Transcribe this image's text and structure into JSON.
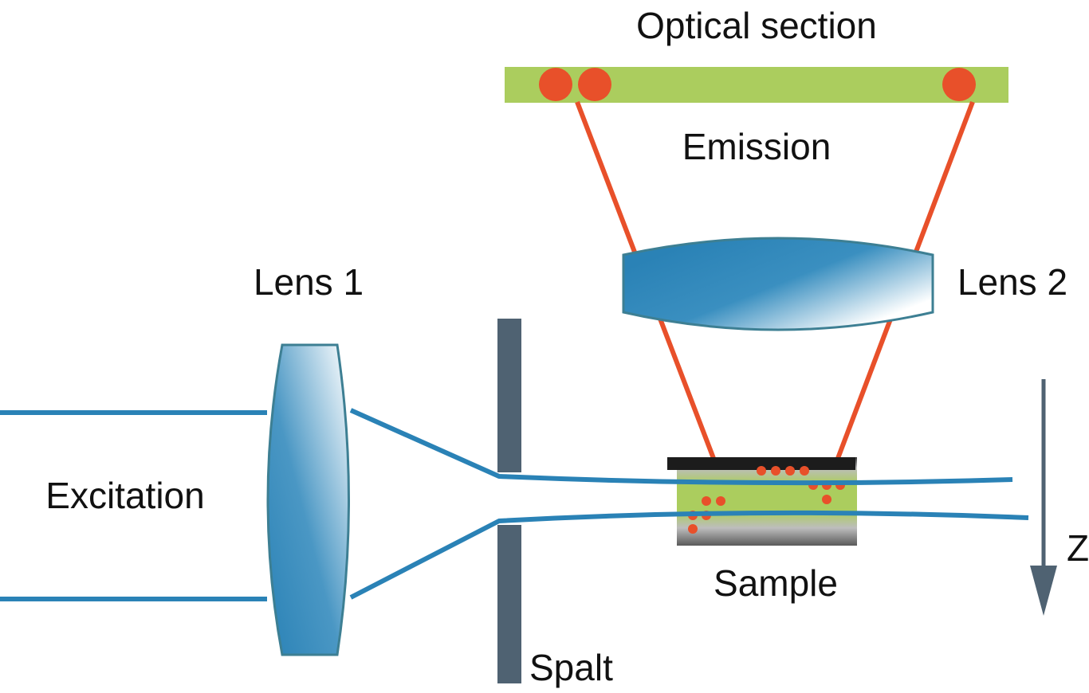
{
  "labels": {
    "optical_section": "Optical section",
    "emission": "Emission",
    "lens_1": "Lens 1",
    "lens_2": "Lens 2",
    "excitation": "Excitation",
    "sample": "Sample",
    "spalt": "Spalt",
    "z_axis": "Z"
  },
  "colors": {
    "excitation_beam": "#2a82b6",
    "emission_beam": "#e8502a",
    "optical_section_band": "#abcd5e",
    "fluorophore": "#e8502a",
    "slit": "#4f6272",
    "lens_outline": "#3d7f93",
    "lens_fill_dark": "#2a82b6",
    "z_arrow": "#4f6272"
  }
}
